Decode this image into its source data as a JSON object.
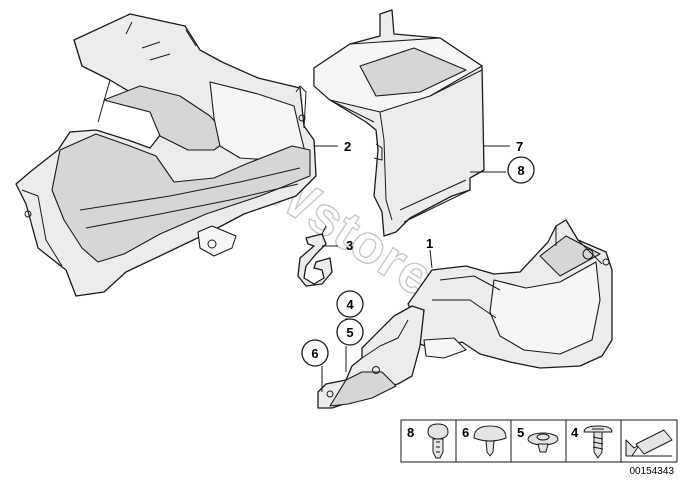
{
  "watermark": ".BMWstore.pl",
  "callouts": {
    "part_1": "1",
    "part_2": "2",
    "part_3": "3",
    "part_4": "4",
    "part_5": "5",
    "part_6": "6",
    "part_7": "7",
    "part_8": "8"
  },
  "legend": {
    "items": [
      "8",
      "6",
      "5",
      "4"
    ]
  },
  "document_number": "00154343"
}
